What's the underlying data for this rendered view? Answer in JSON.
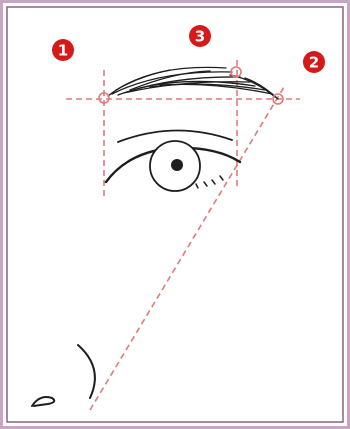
{
  "colors": {
    "frame_outer": "#c8a5c3",
    "frame_inner": "#8c5f87",
    "guide": "#e07a7a",
    "marker_fill": "#d51a1a",
    "marker_text": "#ffffff",
    "sketch": "#1e1e1e"
  },
  "markers": [
    {
      "id": "brow-start",
      "label": "1"
    },
    {
      "id": "brow-end",
      "label": "2"
    },
    {
      "id": "brow-arch",
      "label": "3"
    }
  ]
}
